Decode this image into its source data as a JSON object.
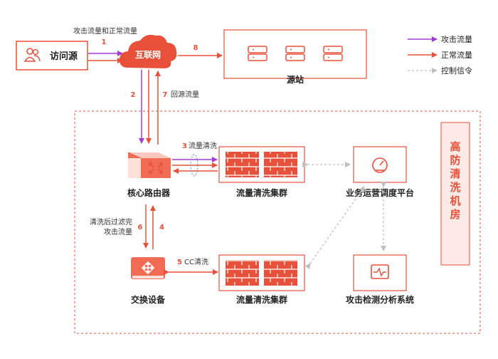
{
  "labels": {
    "top_flow": "攻击流量和正常流量",
    "visitor": "访问源",
    "internet": "互联网",
    "origin": "源站",
    "core_router": "核心路由器",
    "cleaning_cluster_1": "流量清洗集群",
    "cleaning_cluster_2": "流量清洗集群",
    "ops_platform": "业务运营调度平台",
    "switch": "交换设备",
    "attack_detect": "攻击检测分析系统",
    "backflow": "回源流量",
    "flow_clean": "流量清洗",
    "cleaned_text_1": "清洗后过滤完",
    "cleaned_text_2": "攻击流量",
    "cc_clean": "CC清洗",
    "region_title": "高防清洗机房"
  },
  "step_numbers": {
    "s1": "1",
    "s2": "2",
    "s3": "3",
    "s4": "4",
    "s5": "5",
    "s6": "6",
    "s7": "7",
    "s8": "8"
  },
  "legend": {
    "attack": "攻击流量",
    "normal": "正常流量",
    "control": "控制信令"
  },
  "colors": {
    "accent": "#e8503a",
    "attack": "#a33bd6",
    "normal": "#e8503a",
    "control": "#bfbfbf",
    "panel_bg": "#fde9e5"
  },
  "icons": {
    "visitor": "people-icon",
    "internet": "cloud-icon",
    "server": "server-icon",
    "router": "router-icon",
    "firewall": "firewall-icon",
    "gauge": "gauge-icon",
    "monitor": "monitor-icon",
    "switch": "switch-icon"
  }
}
